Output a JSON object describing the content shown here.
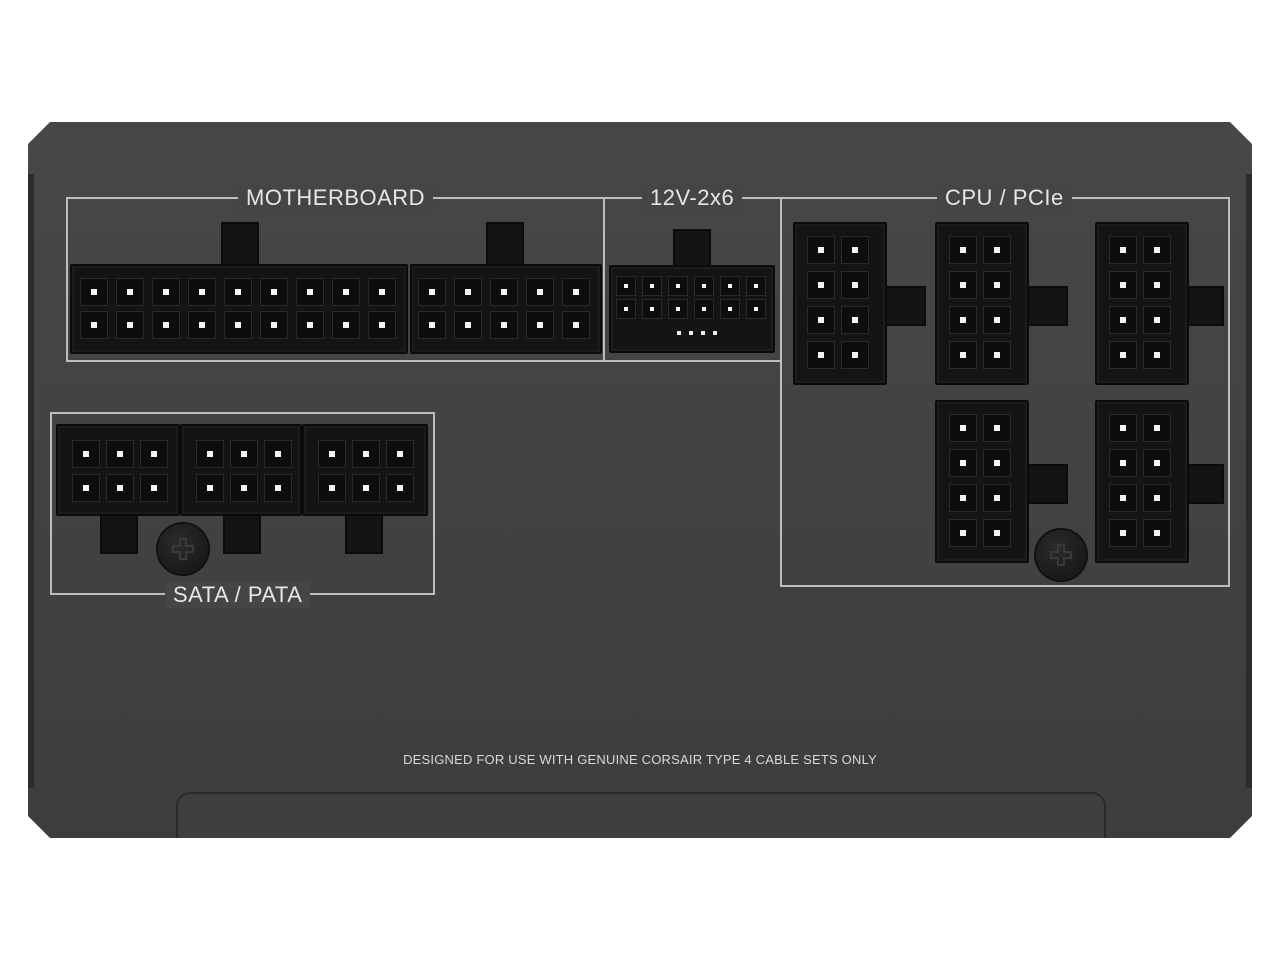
{
  "labels": {
    "motherboard": "MOTHERBOARD",
    "twelve_v": "12V-2x6",
    "cpu_pcie": "CPU / PCIe",
    "sata_pata": "SATA / PATA"
  },
  "notice": "DESIGNED FOR USE WITH GENUINE CORSAIR TYPE 4 CABLE SETS ONLY",
  "icons": [
    "screw-icon"
  ],
  "colors": {
    "panel": "#434343",
    "connector": "#141414",
    "outline": "#bdbdbd",
    "text": "#e6e6e6"
  }
}
